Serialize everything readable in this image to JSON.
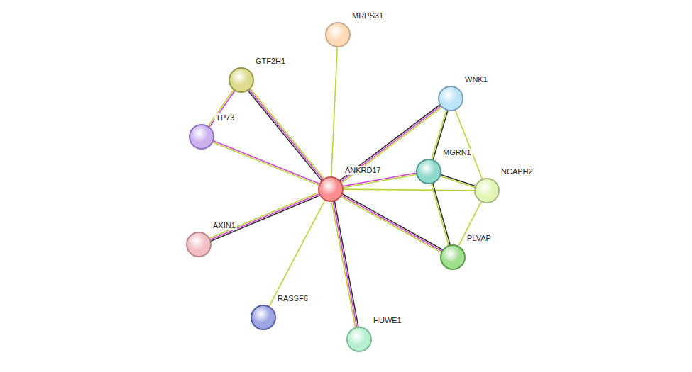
{
  "diagram": {
    "nodes": [
      {
        "text": [
          "MRPS31"
        ]
      },
      {
        "text": [
          "GTF2H1"
        ]
      },
      {
        "text": [
          "WNK1"
        ]
      },
      {
        "text": [
          "TP73"
        ]
      },
      {
        "text": [
          "ANKRD17"
        ]
      },
      {
        "text": [
          "MGRN1"
        ]
      },
      {
        "text": [
          "NCAPH2"
        ]
      },
      {
        "text": [
          "AXIN1"
        ]
      },
      {
        "text": [
          "PLVAP"
        ]
      },
      {
        "text": [
          "RASSF6"
        ]
      },
      {
        "text": [
          "HUWE1"
        ]
      }
    ],
    "edges": [
      {
        "from": 4,
        "to": 0,
        "arrow": "none"
      },
      {
        "from": 4,
        "to": 1,
        "arrow": "none"
      },
      {
        "from": 1,
        "to": 3,
        "arrow": "none"
      },
      {
        "from": 3,
        "to": 4,
        "arrow": "none"
      },
      {
        "from": 4,
        "to": 2,
        "arrow": "none"
      },
      {
        "from": 4,
        "to": 5,
        "arrow": "none"
      },
      {
        "from": 4,
        "to": 6,
        "arrow": "none"
      },
      {
        "from": 4,
        "to": 8,
        "arrow": "none"
      },
      {
        "from": 4,
        "to": 7,
        "arrow": "none"
      },
      {
        "from": 4,
        "to": 9,
        "arrow": "none"
      },
      {
        "from": 4,
        "to": 10,
        "arrow": "none"
      },
      {
        "from": 2,
        "to": 5,
        "arrow": "none"
      },
      {
        "from": 2,
        "to": 6,
        "arrow": "none"
      },
      {
        "from": 5,
        "to": 6,
        "arrow": "none"
      },
      {
        "from": 5,
        "to": 8,
        "arrow": "none"
      },
      {
        "from": 6,
        "to": 8,
        "arrow": "none"
      }
    ]
  }
}
